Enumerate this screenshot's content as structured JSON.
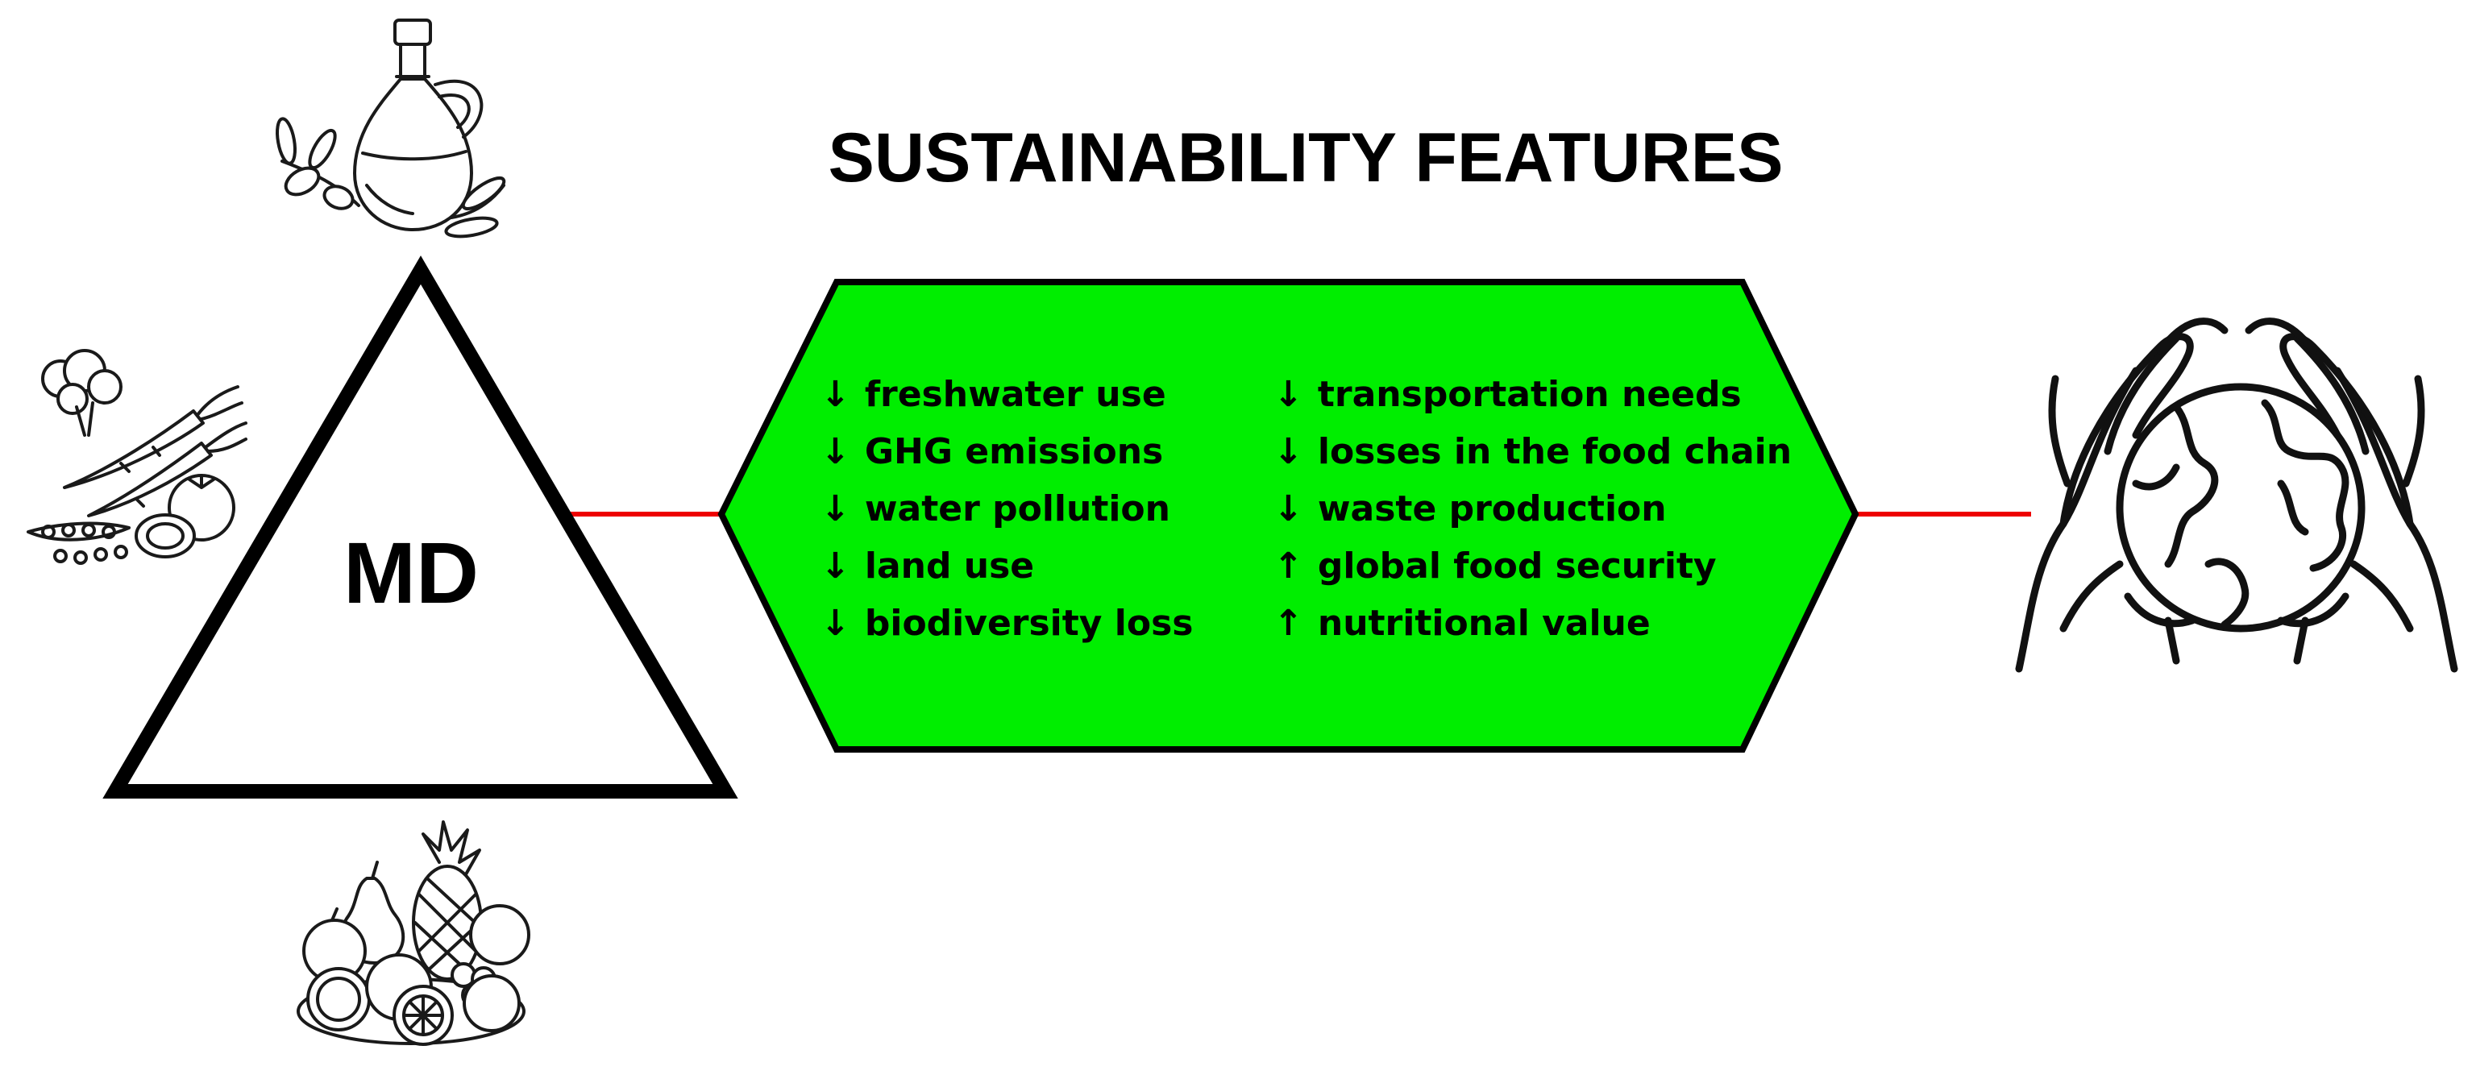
{
  "title": "SUSTAINABILITY FEATURES",
  "md_label": "MD",
  "colors": {
    "hexagon_fill": "#00ee00",
    "connector": "#ee0000",
    "outline": "#000000"
  },
  "features_left": [
    {
      "arrow": "↓",
      "text": "freshwater use"
    },
    {
      "arrow": "↓",
      "text": "GHG emissions"
    },
    {
      "arrow": "↓",
      "text": "water pollution"
    },
    {
      "arrow": "↓",
      "text": "land use"
    },
    {
      "arrow": "↓",
      "text": "biodiversity loss"
    }
  ],
  "features_right": [
    {
      "arrow": "↓",
      "text": "transportation needs"
    },
    {
      "arrow": "↓",
      "text": "losses in the food chain"
    },
    {
      "arrow": "↓",
      "text": "waste production"
    },
    {
      "arrow": "↑",
      "text": "global food security"
    },
    {
      "arrow": "↑",
      "text": "nutritional value"
    }
  ],
  "icons": {
    "top": "olive-oil-bottle-icon",
    "left": "vegetables-icon",
    "bottom": "fruit-basket-icon",
    "right": "hands-holding-earth-icon"
  }
}
